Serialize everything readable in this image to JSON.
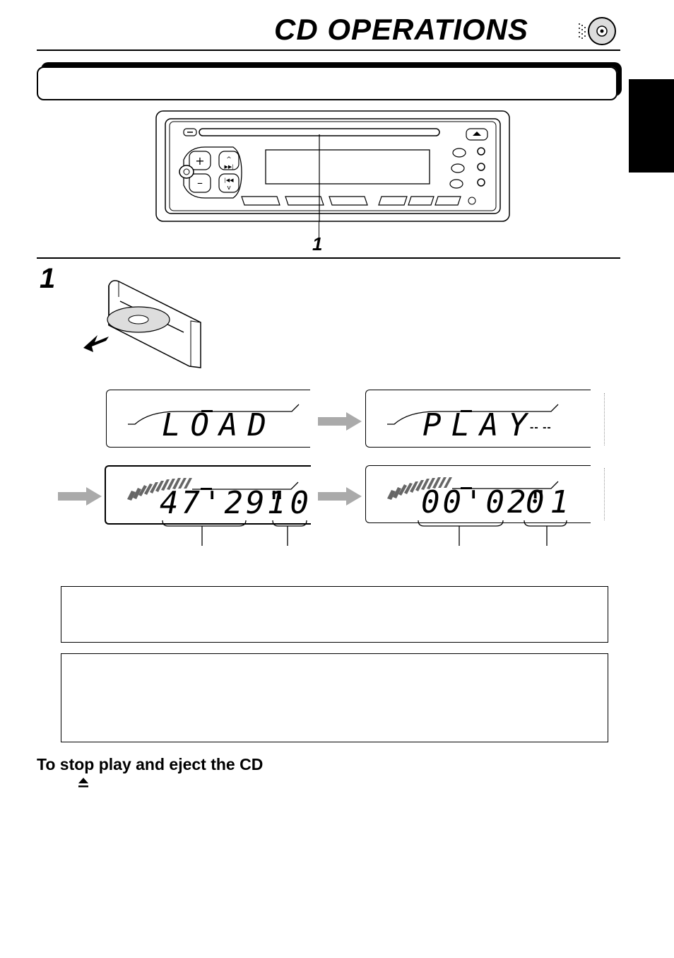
{
  "page": {
    "title": "CD OPERATIONS",
    "title_icon": "cd-disc-icon",
    "callout_label": "1",
    "step_number": "1"
  },
  "displays": {
    "load": "LOAD",
    "play": "PLAY",
    "play_suffix": "-- --",
    "total_time": "47'29\"",
    "total_tracks": "10",
    "elapsed_time": "00'02\"",
    "current_track": "01"
  },
  "eject": {
    "heading": "To stop play and eject the CD",
    "eject_symbol": "▲"
  }
}
